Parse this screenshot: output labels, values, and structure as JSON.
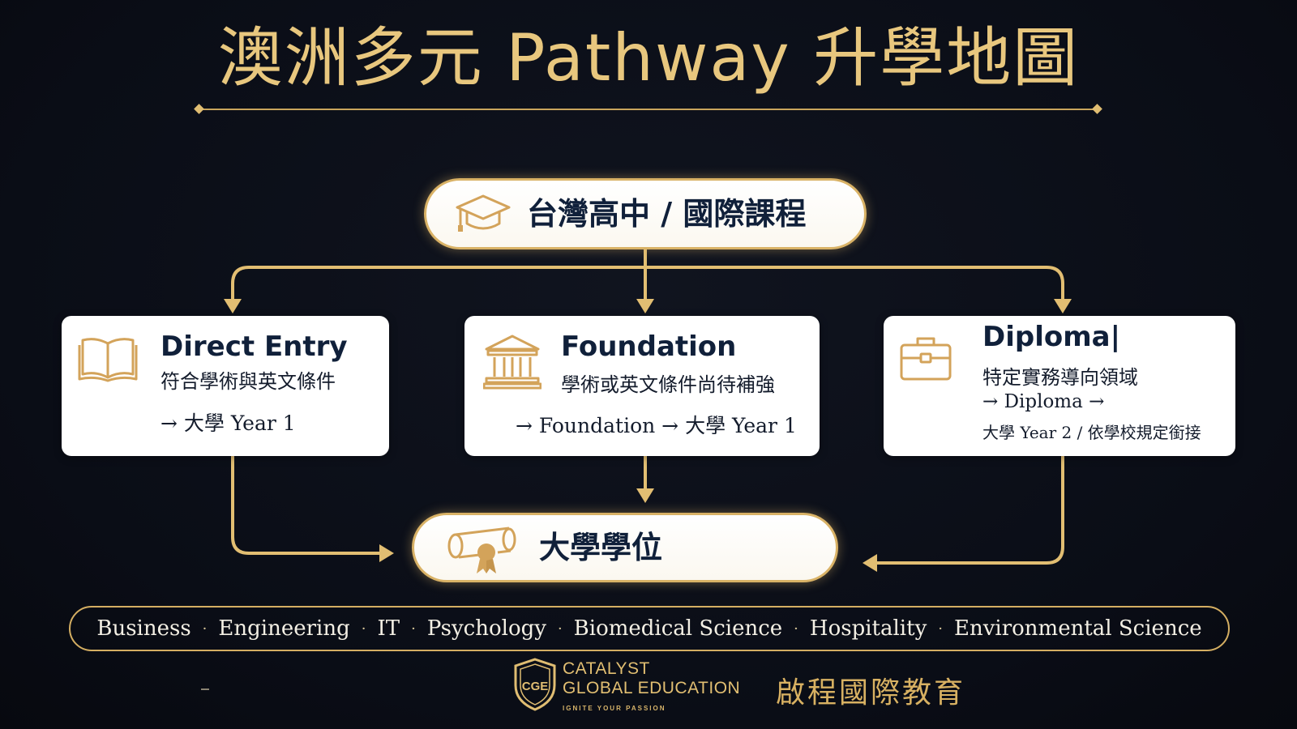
{
  "title": "澳洲多元 Pathway 升學地圖",
  "start": {
    "label": "台灣高中 / 國際課程",
    "icon": "graduation-cap-icon"
  },
  "paths": [
    {
      "title": "Direct Entry",
      "subtitle": "符合學術與英文條件",
      "route": "→ 大學 Year 1",
      "icon": "open-book-icon"
    },
    {
      "title": "Foundation",
      "subtitle": "學術或英文條件尚待補強",
      "route": "→ Foundation → 大學 Year 1",
      "icon": "institution-icon"
    },
    {
      "title": "Diploma|",
      "subtitle": "特定實務導向領域",
      "route": "→ Diploma →",
      "route2": "大學 Year 2 / 依學校規定銜接",
      "icon": "briefcase-icon"
    }
  ],
  "end": {
    "label": "大學學位",
    "icon": "diploma-scroll-icon"
  },
  "majors": [
    "Business",
    "Engineering",
    "IT",
    "Psychology",
    "Biomedical Science",
    "Hospitality",
    "Environmental Science"
  ],
  "majors_separator": "·",
  "brand": {
    "logo_letters": "CGE",
    "name_line1": "CATALYST",
    "name_line2": "GLOBAL EDUCATION",
    "tagline": "IGNITE YOUR PASSION",
    "name_cn": "啟程國際教育"
  },
  "colors": {
    "background": "#0a0d16",
    "gold": "#d9b266",
    "navy_text": "#10203a",
    "card": "#ffffff"
  }
}
